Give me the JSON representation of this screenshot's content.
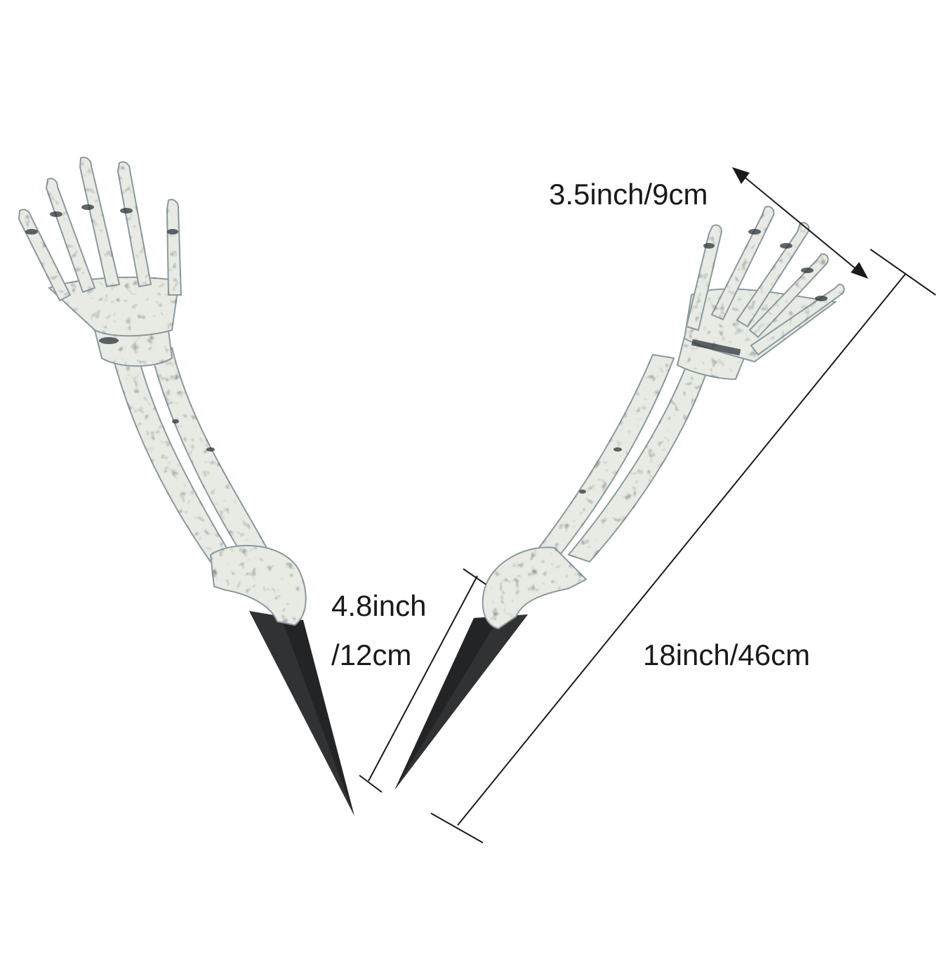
{
  "colors": {
    "background": "#ffffff",
    "bone": "#e7ebe3",
    "bone_shadow": "#9fb0b4",
    "bone_dark": "#2c3338",
    "stake": "#232425",
    "dimension_line": "#1a1a1a"
  },
  "labels": {
    "hand_width": "3.5inch/9cm",
    "stake_length_line1": "4.8inch",
    "stake_length_line2": "/12cm",
    "total_length": "18inch/46cm"
  }
}
